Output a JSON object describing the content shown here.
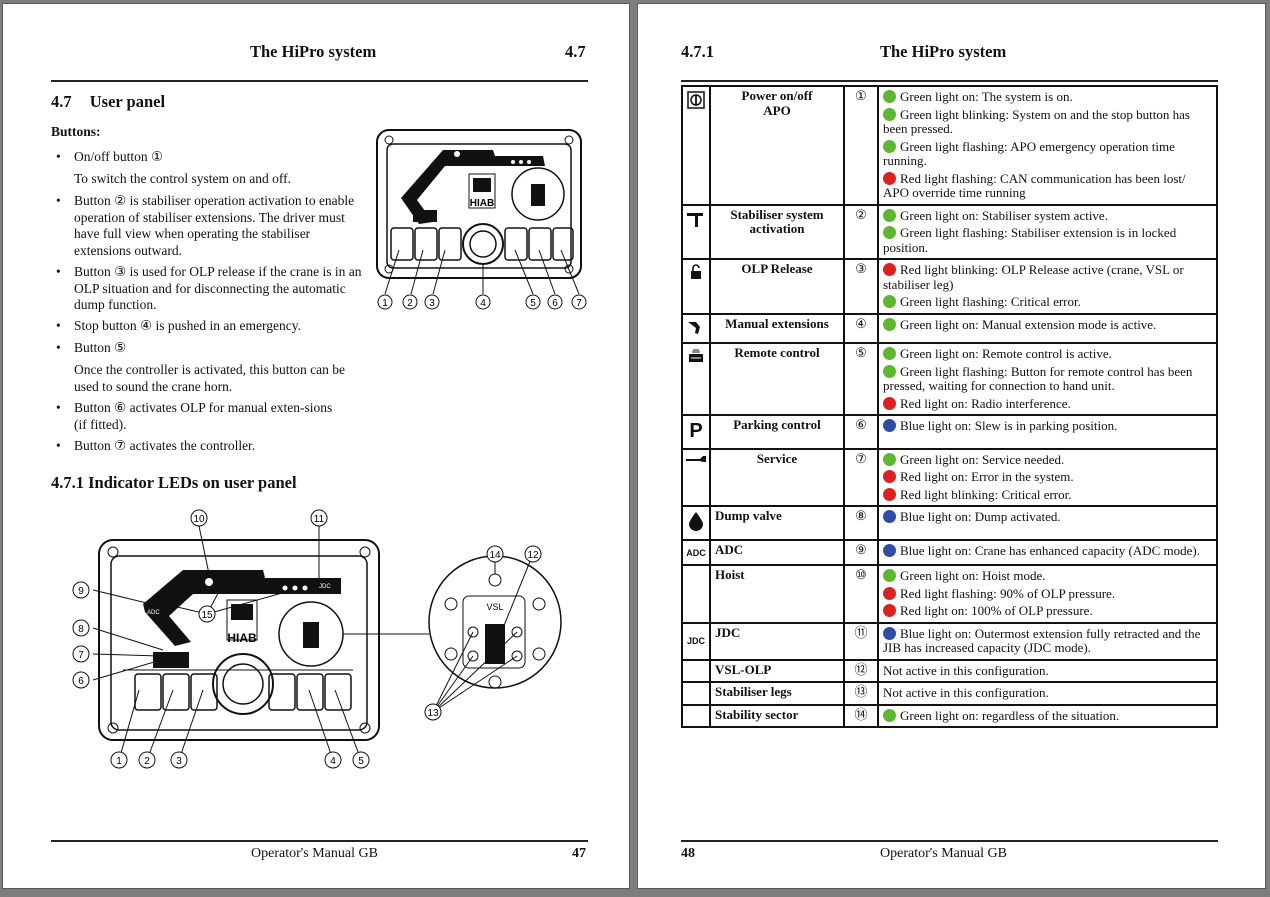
{
  "left": {
    "header_title": "The HiPro system",
    "header_num": "4.7",
    "section_num": "4.7",
    "section_title": "User panel",
    "buttons_heading": "Buttons:",
    "bullets": [
      "On/off button ①",
      "To switch the control system on and off.",
      "Button ② is stabiliser operation activation to enable operation of stabiliser extensions. The driver must have full view when operating the stabiliser extensions outward.",
      "Button ③ is used for OLP release if the crane is in an OLP situation and for disconnecting the automatic dump function.",
      "Stop button ④ is pushed in an emergency.",
      "Button ⑤",
      "Once the controller is activated, this button can be used to sound the crane horn.",
      "Button ⑥ activates OLP for manual exten-sions (if fitted).",
      "Button ⑦ activates the controller."
    ],
    "subsection_title": "4.7.1  Indicator LEDs on user panel",
    "footer_text": "Operator's Manual GB",
    "footer_num": "47",
    "fig1_callouts": [
      "1",
      "2",
      "3",
      "4",
      "5",
      "6",
      "7"
    ],
    "fig2_callouts": [
      "1",
      "2",
      "3",
      "4",
      "5",
      "6",
      "7",
      "8",
      "9",
      "10",
      "11",
      "15",
      "12",
      "13",
      "14"
    ],
    "panel_logo": "HIAB",
    "panel_adc": "ADC",
    "panel_jdc": "JDC",
    "panel_vsl": "VSL"
  },
  "right": {
    "header_num": "4.7.1",
    "header_title": "The HiPro system",
    "footer_num": "48",
    "footer_text": "Operator's Manual GB",
    "rows": [
      {
        "icon": "power-icon",
        "name": "Power on/off",
        "name2": "APO",
        "num": "①",
        "center": true,
        "lines": [
          {
            "color": "g",
            "text": "Green light on: The system is on."
          },
          {
            "color": "g",
            "text": "Green light blinking: System on and the stop button has been pressed."
          },
          {
            "color": "g",
            "text": "Green light flashing: APO emergency operation time running."
          },
          {
            "color": "r",
            "text": "Red light flashing: CAN communication has been lost/ APO override time running"
          }
        ]
      },
      {
        "icon": "stabiliser-icon",
        "name": "Stabiliser system activation",
        "num": "②",
        "center": true,
        "lines": [
          {
            "color": "g",
            "text": "Green light on: Stabiliser system active."
          },
          {
            "color": "g",
            "text": "Green light flashing: Stabiliser extension is in locked position."
          }
        ]
      },
      {
        "icon": "padlock-icon",
        "name": "OLP Release",
        "num": "③",
        "center": true,
        "lines": [
          {
            "color": "r",
            "text": "Red light blinking: OLP Release active (crane, VSL or stabiliser leg)"
          },
          {
            "color": "g",
            "text": "Green light flashing: Critical error."
          }
        ]
      },
      {
        "icon": "manual-extension-icon",
        "name": "Manual extensions",
        "num": "④",
        "center": true,
        "lines": [
          {
            "color": "g",
            "text": "Green light on: Manual extension mode is active."
          }
        ]
      },
      {
        "icon": "remote-control-icon",
        "name": "Remote control",
        "num": "⑤",
        "center": true,
        "lines": [
          {
            "color": "g",
            "text": "Green light on: Remote control is active."
          },
          {
            "color": "g",
            "text": "Green light flashing: Button for remote control has been pressed, waiting for connection to hand unit."
          },
          {
            "color": "r",
            "text": "Red light on: Radio interference."
          }
        ]
      },
      {
        "icon": "parking-icon",
        "name": "Parking control",
        "num": "⑥",
        "center": true,
        "lines": [
          {
            "color": "b",
            "text": "Blue light on: Slew is in parking position."
          }
        ]
      },
      {
        "icon": "wrench-icon",
        "name": "Service",
        "num": "⑦",
        "center": true,
        "lines": [
          {
            "color": "g",
            "text": "Green light on: Service needed."
          },
          {
            "color": "r",
            "text": "Red light on: Error in the system."
          },
          {
            "color": "r",
            "text": "Red light blinking: Critical error."
          }
        ]
      },
      {
        "icon": "drop-icon",
        "name": "Dump valve",
        "num": "⑧",
        "center": false,
        "lines": [
          {
            "color": "b",
            "text": "Blue light on: Dump activated."
          }
        ]
      },
      {
        "icon": "adc-icon",
        "icon_text": "ADC",
        "name": "ADC",
        "num": "⑨",
        "center": false,
        "lines": [
          {
            "color": "b",
            "text": "Blue light on: Crane has enhanced capacity (ADC mode)."
          }
        ]
      },
      {
        "icon": "",
        "name": "Hoist",
        "num": "⑩",
        "center": false,
        "lines": [
          {
            "color": "g",
            "text": "Green light on: Hoist mode."
          },
          {
            "color": "r",
            "text": "Red light flashing: 90% of OLP pressure."
          },
          {
            "color": "r",
            "text": "Red light on: 100% of OLP pressure."
          }
        ]
      },
      {
        "icon": "jdc-icon",
        "icon_text": "JDC",
        "name": "JDC",
        "num": "⑪",
        "center": false,
        "lines": [
          {
            "color": "b",
            "text": "Blue light on: Outermost extension fully retracted and the JIB has increased capacity (JDC mode)."
          }
        ]
      },
      {
        "icon": "",
        "name": "VSL-OLP",
        "num": "⑫",
        "center": false,
        "lines": [
          {
            "color": "",
            "text": "Not active in this configuration."
          }
        ]
      },
      {
        "icon": "",
        "name": "Stabiliser legs",
        "num": "⑬",
        "center": false,
        "lines": [
          {
            "color": "",
            "text": "Not active in this configuration."
          }
        ]
      },
      {
        "icon": "",
        "name": "Stability sector",
        "num": "⑭",
        "center": false,
        "lines": [
          {
            "color": "g",
            "text": "Green light on: regardless of the situation."
          }
        ]
      }
    ]
  }
}
